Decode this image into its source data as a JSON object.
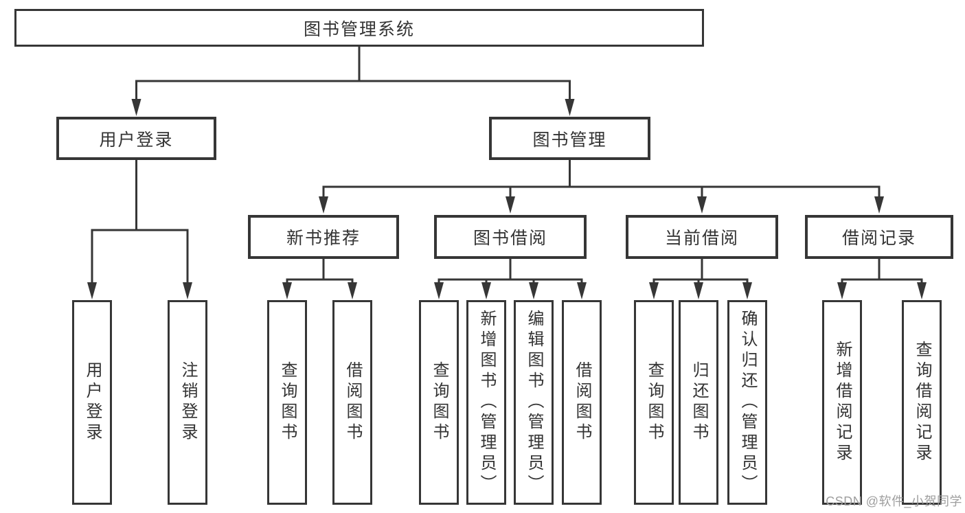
{
  "colors": {
    "line": "#363636",
    "text": "#333333",
    "node_fill": "#ffffff",
    "background": "#ffffff",
    "watermark_text": "#9e9e9e"
  },
  "watermark": {
    "text": "CSDN @软件_小贺同学"
  },
  "tree": {
    "root": "图书管理系统",
    "children": [
      {
        "label": "用户登录",
        "children": [
          {
            "label": "用户登录"
          },
          {
            "label": "注销登录"
          }
        ]
      },
      {
        "label": "图书管理",
        "children": [
          {
            "label": "新书推荐",
            "children": [
              {
                "label": "查询图书"
              },
              {
                "label": "借阅图书"
              }
            ]
          },
          {
            "label": "图书借阅",
            "children": [
              {
                "label": "查询图书"
              },
              {
                "label": "新增图书（管理员）"
              },
              {
                "label": "编辑图书（管理员）"
              },
              {
                "label": "借阅图书"
              }
            ]
          },
          {
            "label": "当前借阅",
            "children": [
              {
                "label": "查询图书"
              },
              {
                "label": "归还图书"
              },
              {
                "label": "确认归还（管理员）"
              }
            ]
          },
          {
            "label": "借阅记录",
            "children": [
              {
                "label": "新增借阅记录"
              },
              {
                "label": "查询借阅记录"
              }
            ]
          }
        ]
      }
    ]
  }
}
